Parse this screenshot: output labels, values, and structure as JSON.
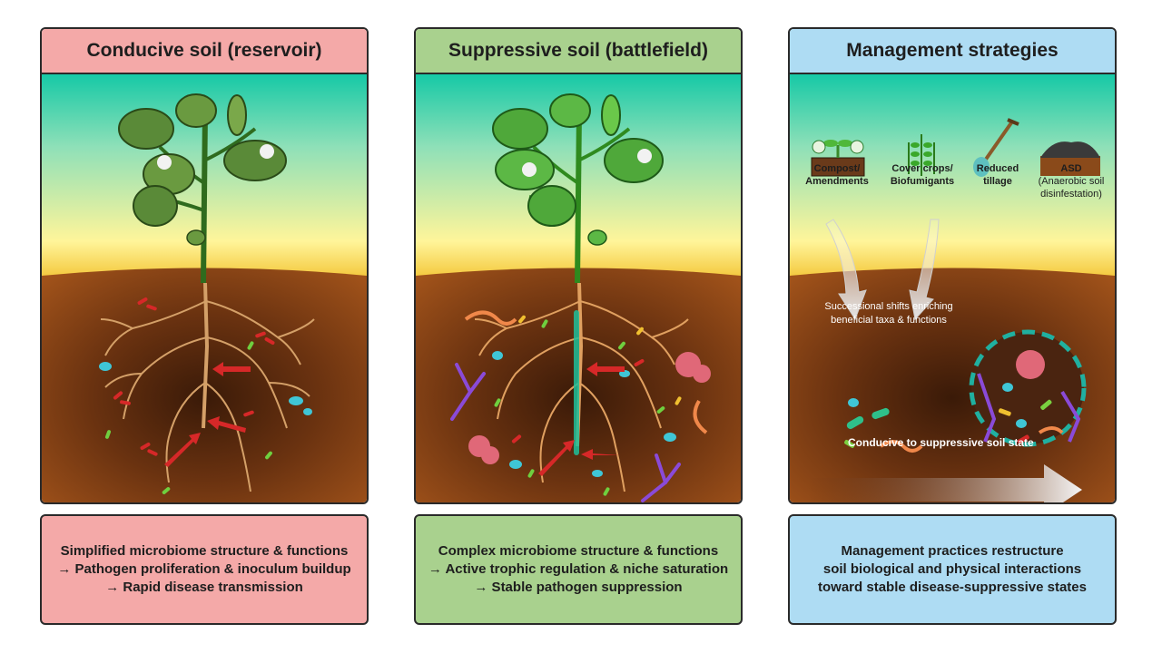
{
  "panels": [
    {
      "title": "Conducive soil (reservoir)",
      "footer": [
        "Simplified microbiome structure & functions",
        "→ Pathogen proliferation & inoculum buildup",
        "→ Rapid disease transmission"
      ]
    },
    {
      "title": "Suppressive soil (battlefield)",
      "footer": [
        "Complex microbiome structure & functions",
        "→ Active trophic regulation & niche saturation",
        "→ Stable pathogen suppression"
      ]
    },
    {
      "title": "Management strategies",
      "footer": [
        "Management practices restructure",
        "soil biological and physical interactions",
        "toward stable disease-suppressive states"
      ]
    }
  ],
  "strategies": [
    {
      "label1": "Compost/",
      "label2": "Amendments",
      "icon": "compost-icon"
    },
    {
      "label1": "Cover crops/",
      "label2": "Biofumigants",
      "icon": "cover-crop-icon"
    },
    {
      "label1": "Reduced",
      "label2": "tillage",
      "icon": "shovel-icon"
    },
    {
      "label1": "ASD",
      "label2": "(Anaerobic soil",
      "label3": "disinfestation)",
      "icon": "tarp-soil-icon"
    }
  ],
  "shift_text": [
    "Successional shifts enriching",
    "beneficial taxa & functions"
  ],
  "transition_label": "Conducive to suppressive soil state",
  "colors": {
    "pink": "#f4a9a8",
    "green": "#a9d18e",
    "blue": "#aedcf3",
    "pathogen": "#d62828"
  }
}
